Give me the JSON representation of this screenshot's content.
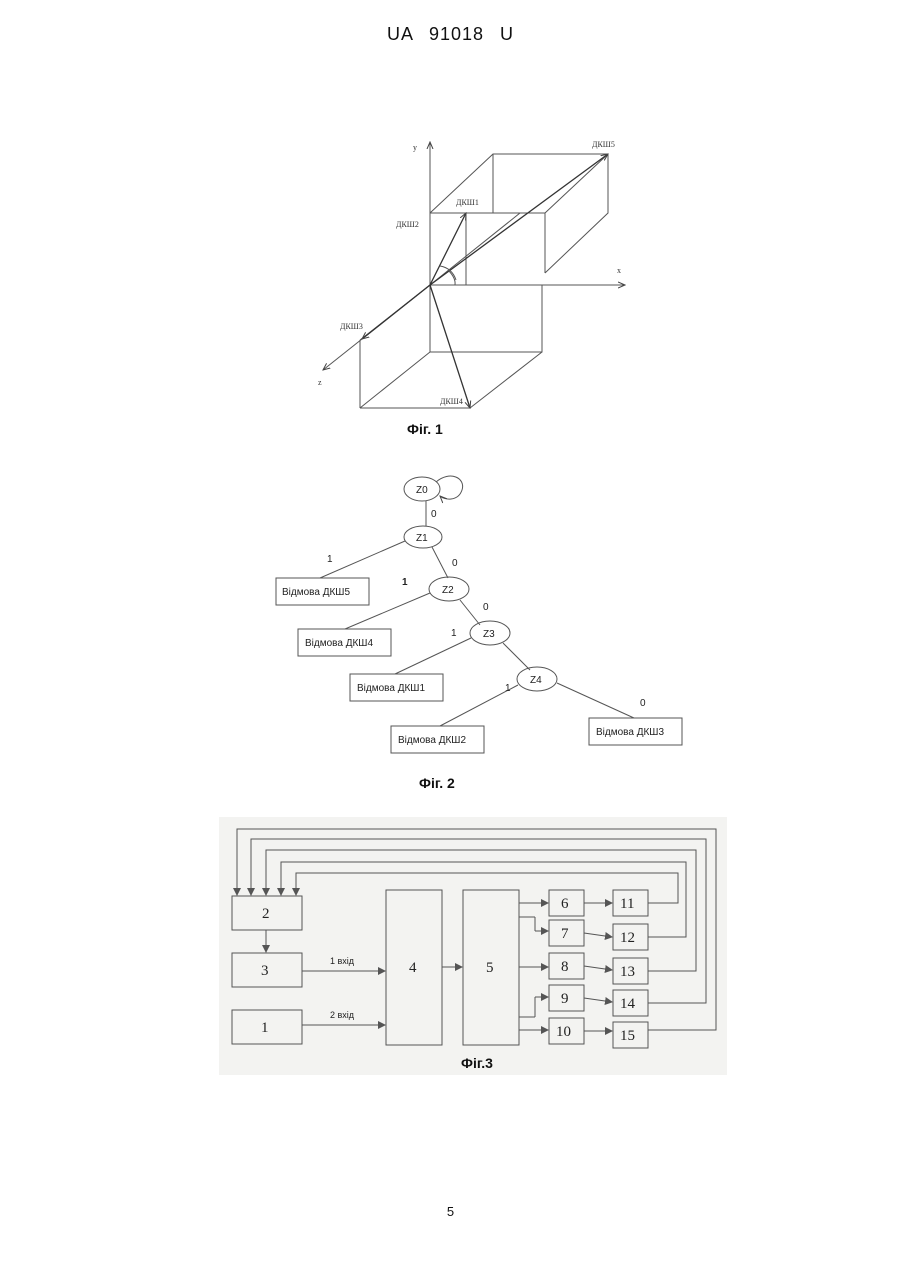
{
  "header": "UA   91018   U",
  "page_number": "5",
  "fig1": {
    "caption": "Фіг. 1",
    "axis_y": "y",
    "axis_x": "x",
    "axis_z": "z",
    "labels": [
      "ДКШ1",
      "ДКШ2",
      "ДКШ3",
      "ДКШ4",
      "ДКШ5"
    ]
  },
  "fig2": {
    "caption": "Фіг. 2",
    "states": [
      "Z0",
      "Z1",
      "Z2",
      "Z3",
      "Z4"
    ],
    "edge_labels": {
      "z0_z1": "0",
      "z1_fail": "1",
      "z1_z2": "0",
      "z2_fail": "1",
      "z2_z3": "0",
      "z3_fail": "1",
      "z4_fail_left": "1",
      "z4_fail_right": "0"
    },
    "boxes": [
      "Відмова ДКШ5",
      "Відмова ДКШ4",
      "Відмова ДКШ1",
      "Відмова ДКШ2",
      "Відмова ДКШ3"
    ]
  },
  "fig3": {
    "caption": "Фіг.3",
    "blocks": [
      "1",
      "2",
      "3",
      "4",
      "5",
      "6",
      "7",
      "8",
      "9",
      "10",
      "11",
      "12",
      "13",
      "14",
      "15"
    ],
    "input1": "1 вхід",
    "input2": "2 вхід",
    "background": "#f3f3f1"
  }
}
